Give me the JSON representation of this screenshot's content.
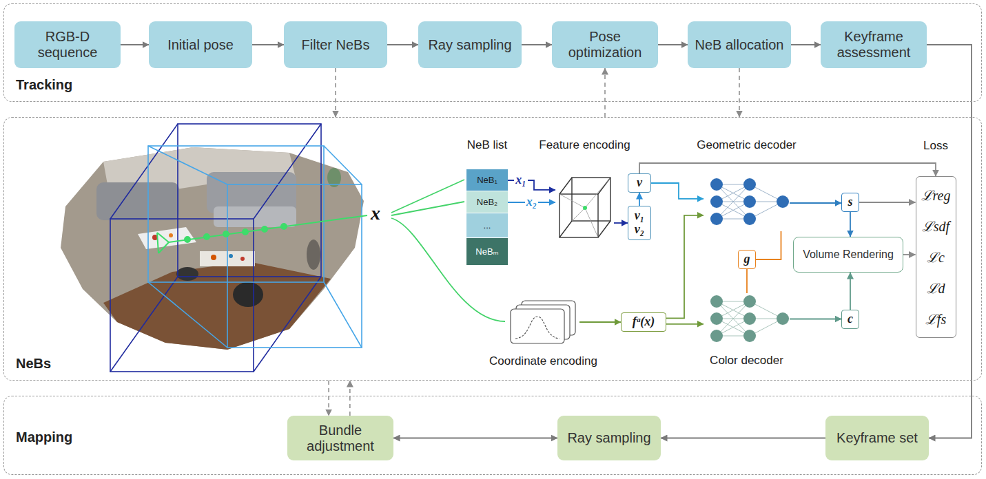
{
  "diagram": {
    "nodes": [
      {
        "text": [
          "Tracking"
        ]
      },
      {
        "text": [
          "RGB-D sequence"
        ],
        "in": 0
      },
      {
        "text": [
          "Initial pose"
        ],
        "in": 0
      },
      {
        "text": [
          "Filter NeBs"
        ],
        "in": 0
      },
      {
        "text": [
          "Ray sampling"
        ],
        "in": 0
      },
      {
        "text": [
          "Pose optimization"
        ],
        "in": 0
      },
      {
        "text": [
          "NeB allocation"
        ],
        "in": 0
      },
      {
        "text": [
          "Keyframe assessment"
        ],
        "in": 0
      },
      {
        "text": [
          "NeBs"
        ]
      },
      {
        "text": [
          "NeB list"
        ],
        "in": 8
      },
      {
        "text": [
          "NeB₁"
        ],
        "in": 9
      },
      {
        "text": [
          "NeB₂"
        ],
        "in": 9
      },
      {
        "text": [
          "..."
        ],
        "in": 9
      },
      {
        "text": [
          "NeBₘ"
        ],
        "in": 9
      },
      {
        "text": [
          "Feature encoding"
        ],
        "in": 8
      },
      {
        "text": [
          "v"
        ],
        "in": 8
      },
      {
        "text": [
          "v₁",
          "v₂"
        ],
        "in": 8
      },
      {
        "text": [
          "Geometric decoder"
        ],
        "in": 8
      },
      {
        "text": [
          "s"
        ],
        "in": 8
      },
      {
        "text": [
          "Coordinate encoding"
        ],
        "in": 8
      },
      {
        "text": [
          "fᵅ(x)"
        ],
        "in": 8
      },
      {
        "text": [
          "g"
        ],
        "in": 8
      },
      {
        "text": [
          "Color decoder"
        ],
        "in": 8
      },
      {
        "text": [
          "c"
        ],
        "in": 8
      },
      {
        "text": [
          "Volume Rendering"
        ],
        "in": 8
      },
      {
        "text": [
          "Loss",
          "ℒreg",
          "ℒsdf",
          "ℒc",
          "ℒd",
          "ℒfs"
        ],
        "in": 8
      },
      {
        "text": [
          "Mapping"
        ]
      },
      {
        "text": [
          "Bundle adjustment"
        ],
        "in": 26
      },
      {
        "text": [
          "Ray sampling"
        ],
        "in": 26
      },
      {
        "text": [
          "Keyframe set"
        ],
        "in": 26
      }
    ],
    "edges": [
      {
        "from": 1,
        "to": 2,
        "arrow": "to"
      },
      {
        "from": 2,
        "to": 3,
        "arrow": "to"
      },
      {
        "from": 3,
        "to": 4,
        "arrow": "to"
      },
      {
        "from": 4,
        "to": 5,
        "arrow": "to"
      },
      {
        "from": 5,
        "to": 6,
        "arrow": "to"
      },
      {
        "from": 6,
        "to": 7,
        "arrow": "to"
      },
      {
        "from": 3,
        "to": 8,
        "arrow": "to"
      },
      {
        "from": 8,
        "to": 5,
        "arrow": "to"
      },
      {
        "from": 6,
        "to": 8,
        "arrow": "to"
      },
      {
        "from": 7,
        "to": 29,
        "arrow": "to"
      },
      {
        "from": 29,
        "to": 28,
        "arrow": "to"
      },
      {
        "from": 28,
        "to": 27,
        "arrow": "both"
      },
      {
        "from": 8,
        "to": 27,
        "arrow": "to"
      },
      {
        "from": 27,
        "to": 8,
        "arrow": "to"
      },
      {
        "from": 10,
        "to": 14,
        "label": "x₁",
        "arrow": "to"
      },
      {
        "from": 11,
        "to": 14,
        "label": "x₂",
        "arrow": "to"
      },
      {
        "from": 14,
        "to": 16,
        "arrow": "to"
      },
      {
        "from": 16,
        "to": 15,
        "arrow": "to"
      },
      {
        "from": 15,
        "to": 17,
        "arrow": "to"
      },
      {
        "from": 15,
        "to": 25,
        "arrow": "to"
      },
      {
        "from": 19,
        "to": 20,
        "arrow": "to"
      },
      {
        "from": 20,
        "to": 17,
        "arrow": "to"
      },
      {
        "from": 20,
        "to": 22,
        "arrow": "to"
      },
      {
        "from": 17,
        "to": 18,
        "arrow": "to"
      },
      {
        "from": 17,
        "to": 21,
        "arrow": "none"
      },
      {
        "from": 21,
        "to": 22,
        "arrow": "none"
      },
      {
        "from": 22,
        "to": 23,
        "arrow": "to"
      },
      {
        "from": 18,
        "to": 24,
        "arrow": "to"
      },
      {
        "from": 23,
        "to": 24,
        "arrow": "to"
      },
      {
        "from": 18,
        "to": 25,
        "arrow": "to"
      },
      {
        "from": 24,
        "to": 25,
        "arrow": "to"
      }
    ],
    "labels": [
      "x"
    ]
  }
}
